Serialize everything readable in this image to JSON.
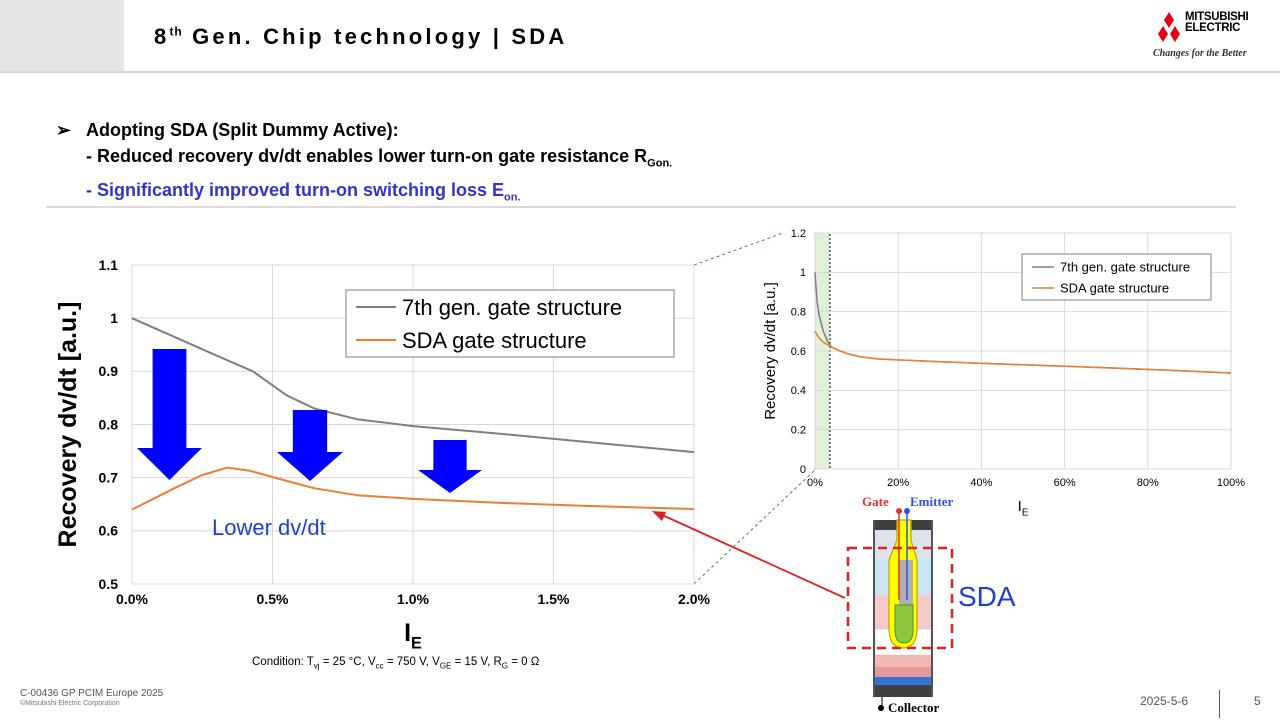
{
  "header": {
    "title_prefix": "8",
    "title_sup": "th",
    "title_rest": " Gen. Chip technology | SDA"
  },
  "logo": {
    "brand_line1": "MITSUBISHI",
    "brand_line2": "ELECTRIC",
    "tagline": "Changes for the Better",
    "color": "#e60012"
  },
  "bullets": {
    "line1": "Adopting SDA (Split Dummy Active):",
    "line2_text": "- Reduced recovery dv/dt enables lower turn-on gate resistance R",
    "line2_sub": "Gon.",
    "line3_text": "- Significantly improved turn-on switching loss E",
    "line3_sub": "on."
  },
  "main_chart": {
    "annotation": "Lower dv/dt",
    "arrow_color": "#0000ff"
  },
  "structure": {
    "gate_label": "Gate",
    "emitter_label": "Emitter",
    "collector_label": "Collector",
    "sda_label": "SDA",
    "sda_color": "#1f3fd0"
  },
  "condition": {
    "t1": "Condition: T",
    "t1_sub": "vj",
    "t2": " = 25 °C, V",
    "t2_sub": "cc",
    "t3": " = 750 V, V",
    "t3_sub": "GE",
    "t4": " = 15 V, R",
    "t4_sub": "G",
    "t5": " = 0 Ω"
  },
  "footer": {
    "doc_id": "C-00436 GP PCIM Europe 2025",
    "copyright": "©Mitsubishi Electric Corporation",
    "date": "2025-5-6",
    "page": "5"
  },
  "colors": {
    "series_7th": "#7f7f7f",
    "series_sda": "#ed7d31"
  },
  "chart_data": [
    {
      "type": "line",
      "xlabel": "I",
      "xlabel_sub": "E",
      "ylabel": "Recovery dv/dt [a.u.]",
      "xlim": [
        0,
        2.0
      ],
      "ylim": [
        0.5,
        1.1
      ],
      "x_ticks": [
        0,
        0.5,
        1.0,
        1.5,
        2.0
      ],
      "x_tick_labels": [
        "0.0%",
        "0.5%",
        "1.0%",
        "1.5%",
        "2.0%"
      ],
      "y_ticks": [
        0.5,
        0.6,
        0.7,
        0.8,
        0.9,
        1,
        1.1
      ],
      "y_tick_labels": [
        "0.5",
        "0.6",
        "0.7",
        "0.8",
        "0.9",
        "1",
        "1.1"
      ],
      "grid": true,
      "legend_position": "top-right",
      "series": [
        {
          "name": "7th gen. gate structure",
          "color": "#7f7f7f",
          "points": [
            [
              0,
              1.0
            ],
            [
              0.15,
              0.965
            ],
            [
              0.3,
              0.93
            ],
            [
              0.43,
              0.9
            ],
            [
              0.55,
              0.855
            ],
            [
              0.65,
              0.83
            ],
            [
              0.8,
              0.81
            ],
            [
              1.0,
              0.797
            ],
            [
              1.3,
              0.783
            ],
            [
              1.6,
              0.768
            ],
            [
              2.0,
              0.748
            ]
          ]
        },
        {
          "name": "SDA gate structure",
          "color": "#ed7d31",
          "points": [
            [
              0,
              0.64
            ],
            [
              0.15,
              0.68
            ],
            [
              0.25,
              0.705
            ],
            [
              0.34,
              0.719
            ],
            [
              0.42,
              0.713
            ],
            [
              0.55,
              0.694
            ],
            [
              0.65,
              0.68
            ],
            [
              0.8,
              0.667
            ],
            [
              1.0,
              0.66
            ],
            [
              1.3,
              0.653
            ],
            [
              1.6,
              0.647
            ],
            [
              2.0,
              0.641
            ]
          ]
        }
      ],
      "annotations": [
        "Lower dv/dt"
      ]
    },
    {
      "type": "line",
      "xlabel": "I",
      "xlabel_sub": "E",
      "ylabel": "Recovery dv/dt [a.u.]",
      "xlim": [
        0,
        100
      ],
      "ylim": [
        0,
        1.2
      ],
      "x_ticks": [
        0,
        20,
        40,
        60,
        80,
        100
      ],
      "x_tick_labels": [
        "0%",
        "20%",
        "40%",
        "60%",
        "80%",
        "100%"
      ],
      "y_ticks": [
        0,
        0.2,
        0.4,
        0.6,
        0.8,
        1,
        1.2
      ],
      "y_tick_labels": [
        "0",
        "0.2",
        "0.4",
        "0.6",
        "0.8",
        "1",
        "1.2"
      ],
      "grid": true,
      "legend_position": "top-right",
      "series": [
        {
          "name": "7th gen. gate structure",
          "color": "#7f7f7f",
          "points": [
            [
              0,
              1.0
            ],
            [
              0.5,
              0.85
            ],
            [
              1,
              0.78
            ],
            [
              2,
              0.7
            ],
            [
              3,
              0.65
            ],
            [
              4,
              0.62
            ],
            [
              6,
              0.6
            ],
            [
              8,
              0.585
            ],
            [
              11,
              0.57
            ],
            [
              15,
              0.56
            ],
            [
              30,
              0.545
            ],
            [
              50,
              0.53
            ],
            [
              70,
              0.515
            ],
            [
              85,
              0.502
            ],
            [
              100,
              0.488
            ]
          ]
        },
        {
          "name": "SDA gate structure",
          "color": "#ed7d31",
          "points": [
            [
              0,
              0.7
            ],
            [
              1,
              0.665
            ],
            [
              2,
              0.645
            ],
            [
              4,
              0.62
            ],
            [
              6,
              0.6
            ],
            [
              8,
              0.585
            ],
            [
              11,
              0.57
            ],
            [
              15,
              0.56
            ],
            [
              30,
              0.545
            ],
            [
              50,
              0.53
            ],
            [
              70,
              0.515
            ],
            [
              85,
              0.502
            ],
            [
              100,
              0.488
            ]
          ]
        }
      ]
    }
  ]
}
